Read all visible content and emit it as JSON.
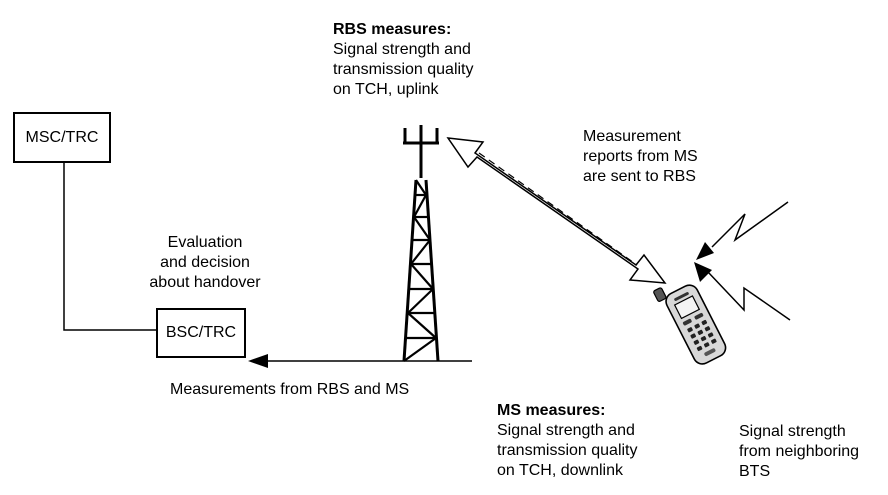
{
  "nodes": {
    "msc": "MSC/TRC",
    "bsc": "BSC/TRC"
  },
  "rbs": {
    "heading": "RBS measures:",
    "lines": [
      "Signal strength and",
      "transmission quality",
      "on TCH, uplink"
    ]
  },
  "evaluation": {
    "lines": [
      "Evaluation",
      "and decision",
      "about handover"
    ]
  },
  "reports": {
    "lines": [
      "Measurement",
      "reports from MS",
      "are sent to RBS"
    ]
  },
  "measurements_label": "Measurements from RBS and MS",
  "ms": {
    "heading": "MS measures:",
    "lines": [
      "Signal strength and",
      "transmission quality",
      "on TCH, downlink"
    ]
  },
  "neighbor": {
    "lines": [
      "Signal strength",
      "from neighboring",
      "BTS"
    ]
  }
}
